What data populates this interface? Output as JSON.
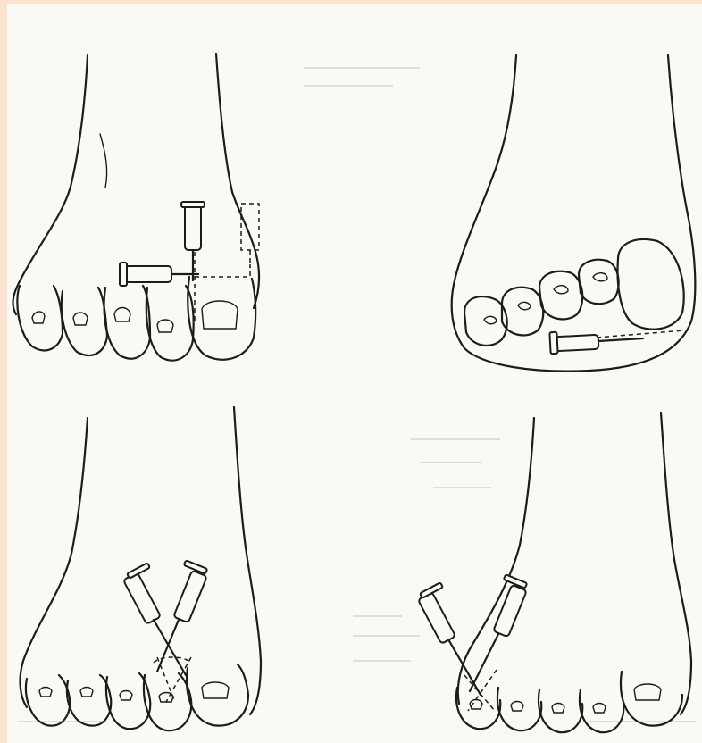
{
  "figure": {
    "panels": [
      {
        "id": "top-left",
        "description_hidden": true
      },
      {
        "id": "top-right",
        "description_hidden": true
      },
      {
        "id": "bottom-left",
        "description_hidden": true
      },
      {
        "id": "bottom-right",
        "description_hidden": true
      }
    ],
    "colors": {
      "page_border": "#fbe3cf",
      "paper": "#faf9f4",
      "ink": "#1c1c1c",
      "bleed_through": "#c7c4bc"
    },
    "icons": [
      "syringe-icon",
      "needle-icon",
      "toe-nail-icon"
    ]
  }
}
